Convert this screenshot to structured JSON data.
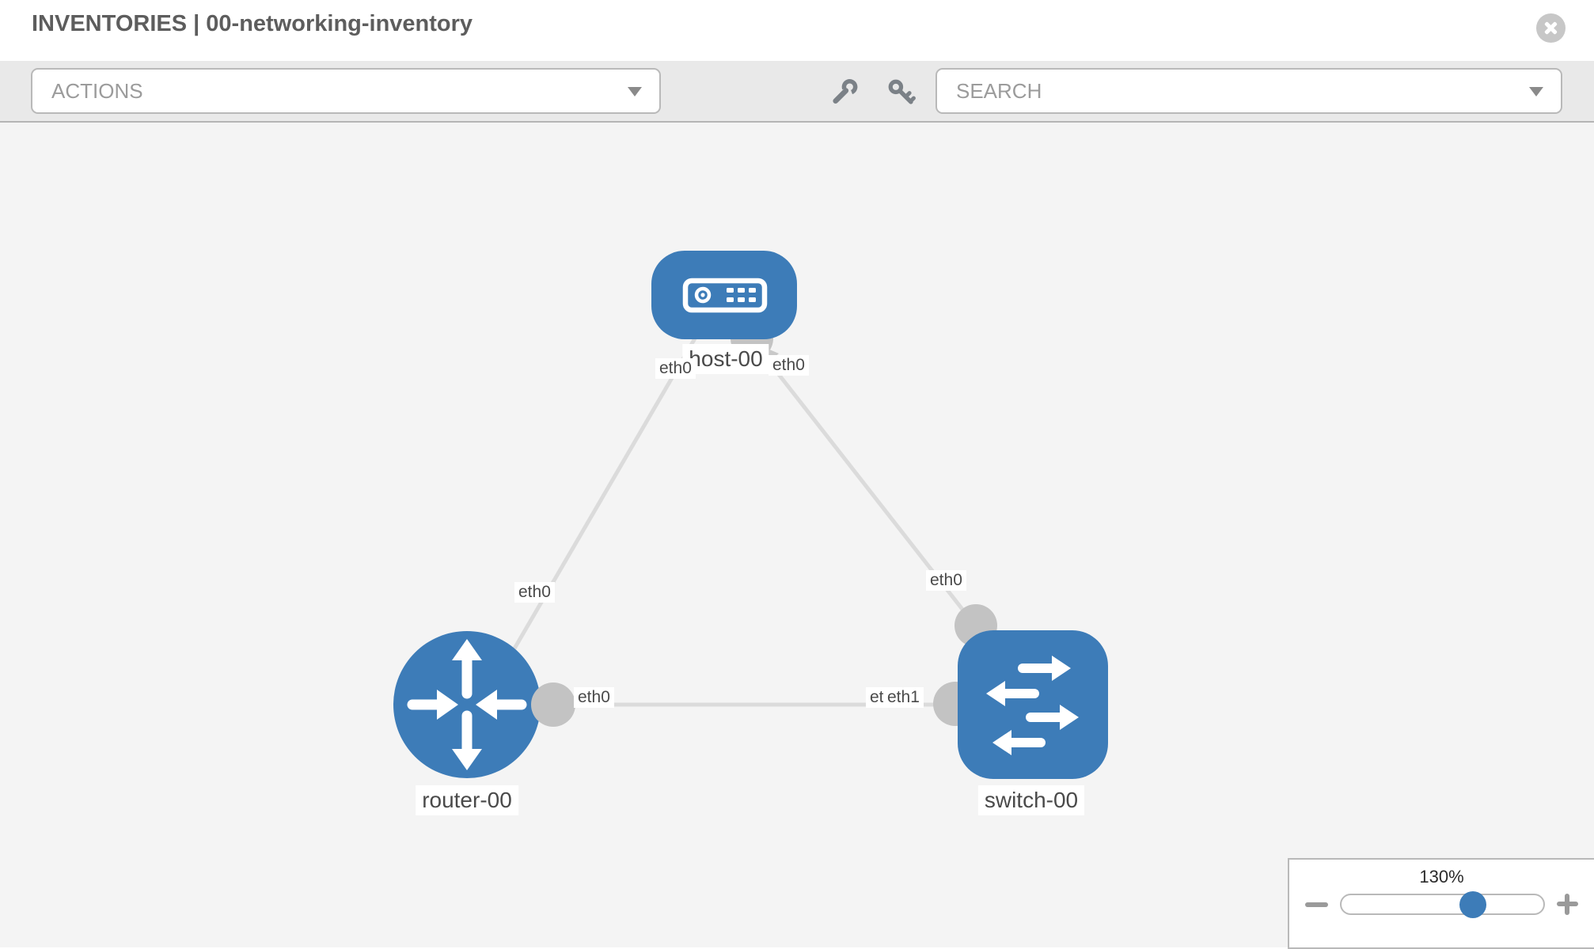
{
  "header": {
    "title": "INVENTORIES | 00-networking-inventory"
  },
  "toolbar": {
    "actions_label": "ACTIONS",
    "search_placeholder": "SEARCH",
    "icons": [
      "wrench-icon",
      "key-icon"
    ]
  },
  "topology": {
    "nodes": [
      {
        "label": "host-00",
        "type": "host"
      },
      {
        "label": "router-00",
        "type": "router"
      },
      {
        "label": "switch-00",
        "type": "switch"
      }
    ],
    "links": [
      {
        "from": "host-00",
        "to": "router-00",
        "from_interface": "eth0",
        "to_interface": "eth0"
      },
      {
        "from": "host-00",
        "to": "switch-00",
        "from_interface": "eth0",
        "to_interface": "eth0"
      },
      {
        "from": "router-00",
        "to": "switch-00",
        "from_interface": "eth0",
        "to_interface": "eth1",
        "to_interface_overlap": "eth0"
      }
    ]
  },
  "zoom_control": {
    "value": "130%"
  },
  "colors": {
    "node_blue": "#3d7cb8",
    "link_gray": "#dbdbdb",
    "connector_gray": "#c3c3c3",
    "toolbar_gray": "#e9e9e9",
    "canvas_gray": "#f4f4f4"
  }
}
